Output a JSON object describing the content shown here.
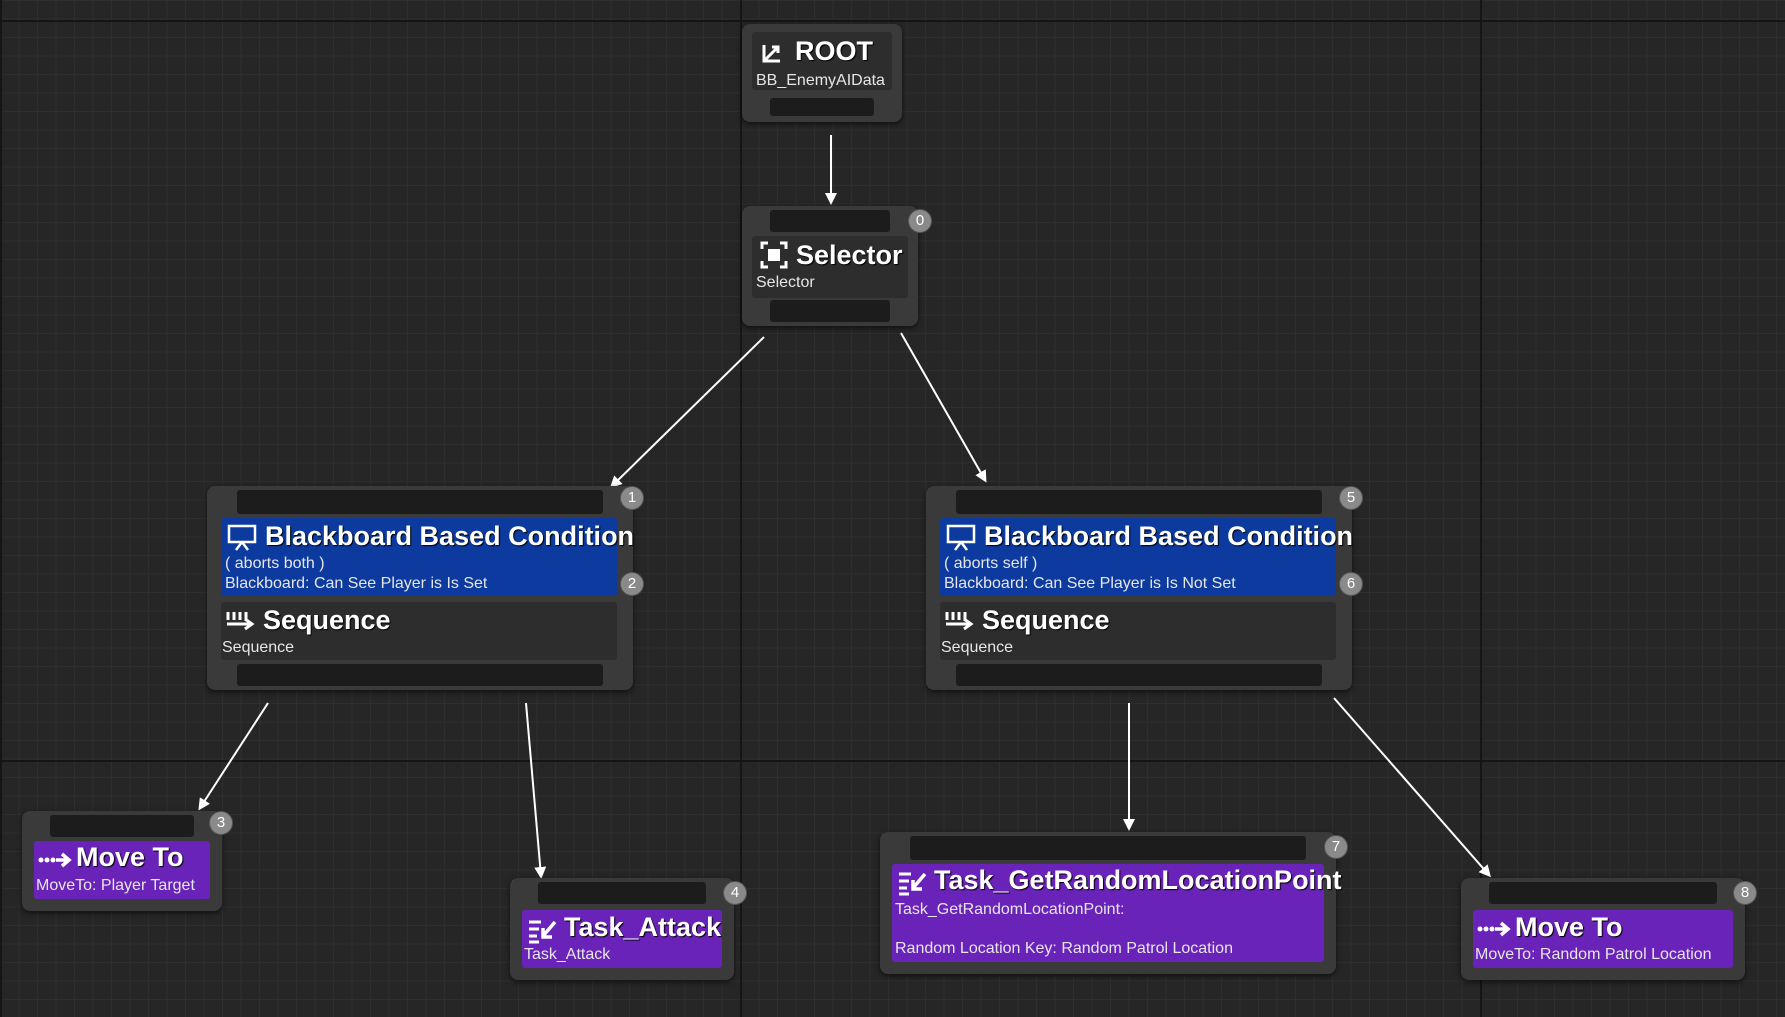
{
  "colors": {
    "background": "#262626",
    "node": "#3a3a3a",
    "composite": "#2d2d2d",
    "decorator": "#0c3a9e",
    "task": "#6a23b8",
    "wire": "#ffffff"
  },
  "nodes": {
    "root": {
      "title": "ROOT",
      "subtitle": "BB_EnemyAIData",
      "icon": "root-icon"
    },
    "selector": {
      "index": "0",
      "title": "Selector",
      "subtitle": "Selector",
      "icon": "selector-icon"
    },
    "left_branch": {
      "index": "1",
      "decorator": {
        "index": "2",
        "title": "Blackboard Based Condition",
        "line1": "( aborts both )",
        "line2": "Blackboard: Can See Player is Is Set",
        "icon": "blackboard-icon"
      },
      "composite": {
        "title": "Sequence",
        "subtitle": "Sequence",
        "icon": "sequence-icon"
      }
    },
    "right_branch": {
      "index": "5",
      "decorator": {
        "index": "6",
        "title": "Blackboard Based Condition",
        "line1": "( aborts self )",
        "line2": "Blackboard: Can See Player is Is Not Set",
        "icon": "blackboard-icon"
      },
      "composite": {
        "title": "Sequence",
        "subtitle": "Sequence",
        "icon": "sequence-icon"
      }
    },
    "move_to_player": {
      "index": "3",
      "title": "Move To",
      "subtitle": "MoveTo: Player Target",
      "icon": "move-to-icon"
    },
    "task_attack": {
      "index": "4",
      "title": "Task_Attack",
      "subtitle": "Task_Attack",
      "icon": "task-icon"
    },
    "task_random": {
      "index": "7",
      "title": "Task_GetRandomLocationPoint",
      "line1": "Task_GetRandomLocationPoint:",
      "line2": "Random Location Key: Random Patrol Location",
      "icon": "task-icon"
    },
    "move_to_patrol": {
      "index": "8",
      "title": "Move To",
      "subtitle": "MoveTo: Random Patrol Location",
      "icon": "move-to-icon"
    }
  }
}
